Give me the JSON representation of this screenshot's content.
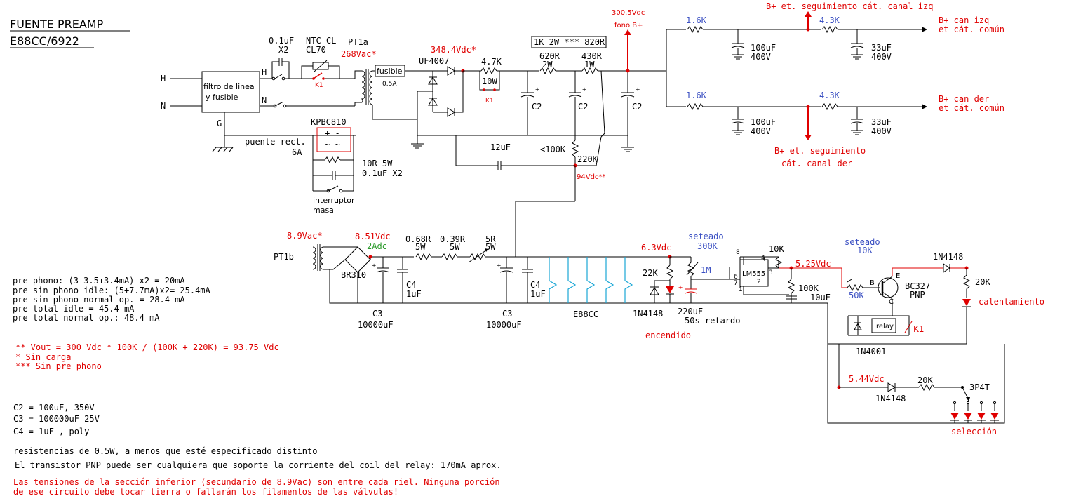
{
  "title": {
    "line1": "FUENTE PREAMP",
    "line2": "E88CC/6922"
  },
  "colors": {
    "wire": "#000000",
    "annotation_red": "#e00000",
    "setting_blue": "#3a4fc2",
    "heater_cyan": "#1aa7d6",
    "dc_green": "#2a9a2a"
  },
  "mains": {
    "h": "H",
    "n": "N",
    "g": "G",
    "filter_line1": "filtro de linea",
    "filter_line2": "y fusible",
    "cap_label": "0.1uF",
    "cap_count": "X2",
    "ntc_label": "NTC-CL",
    "ntc_model": "CL70",
    "relay_contact": "K1",
    "bridge_label": "KPBC810",
    "bridge_plus": "+ -",
    "bridge_ac": "~ ~",
    "puente": "puente rect.",
    "puente_a": "6A",
    "res_10r": "10R 5W",
    "cap_01": "0.1uF X2",
    "switch_line1": "interruptor",
    "switch_line2": "masa"
  },
  "hv": {
    "pt1a": "PT1a",
    "pt1a_vac": "268Vac*",
    "fuse": "fusible",
    "fuse_rating": "0.5A",
    "diode": "UF4007",
    "v_rect": "348.4Vdc*",
    "r1": "4.7K",
    "r1_w": "10W",
    "k1": "K1",
    "c_first": "C2",
    "box": "1K  2W  ***  820R",
    "r2": "620R",
    "r2_w": "2W",
    "c_second": "C2",
    "r3": "430R",
    "r3_w": "1W",
    "c_third": "C2",
    "fono_v": "300.5Vdc",
    "fono_lbl": "fono B+",
    "cap_12": "12uF",
    "r_100k": "<100K",
    "r_220k": "220K",
    "v94": "94Vdc**"
  },
  "outputs": {
    "r_a": "1.6K",
    "c_a_val": "100uF",
    "c_a_v": "400V",
    "r_b": "4.3K",
    "c_b_val": "33uF",
    "c_b_v": "400V",
    "track_izq": "B+ et. seguimiento cát. canal izq",
    "out_izq_1": "B+ can izq",
    "out_izq_2": "et cát. común",
    "r_c": "1.6K",
    "c_c_val": "100uF",
    "c_c_v": "400V",
    "r_d": "4.3K",
    "c_d_val": "33uF",
    "c_d_v": "400V",
    "track_der_1": "B+ et. seguimiento",
    "track_der_2": "cát. canal der",
    "out_der_1": "B+ can der",
    "out_der_2": "et cát. común"
  },
  "heater": {
    "pt1b": "PT1b",
    "vac": "8.9Vac*",
    "vdc": "8.51Vdc",
    "adc": "2Adc",
    "bridge": "BR310",
    "c3": "C3",
    "c3_val": "10000uF",
    "c4": "C4",
    "c4_val": "1uF",
    "r_068": "0.68R",
    "r_068_w": "5W",
    "r_039": "0.39R",
    "r_039_w": "5W",
    "r_5": "5R",
    "r_5_w": "5W",
    "c3b": "C3",
    "c3b_val": "10000uF",
    "c4b": "C4",
    "c4b_val": "1uF",
    "tubes": "E88CC"
  },
  "timer": {
    "v63": "6.3Vdc",
    "r22k": "22K",
    "d1": "1N4148",
    "set1_a": "seteado",
    "set1_b": "300K",
    "pot1": "1M",
    "cap220": "220uF",
    "retardo": "50s retardo",
    "encendido": "encendido",
    "ic": "LM555",
    "pin8": "8",
    "pin4": "4",
    "pin3": "3",
    "pin6": "6",
    "pin7": "7",
    "pin1": "1",
    "pin2": "2",
    "r10k": "10K",
    "r100k": "100K",
    "c10": "10uF",
    "v525": "5.25Vdc",
    "set2_a": "seteado",
    "set2_b": "10K",
    "pot2": "50K",
    "b": "B",
    "e": "E",
    "c": "C",
    "transistor": "BC327",
    "pnp": "PNP",
    "d2": "1N4148",
    "r20k": "20K",
    "calent": "calentamiento",
    "relay": "relay",
    "k1": "K1",
    "d3": "1N4001",
    "v544": "5.44Vdc",
    "d4": "1N4148",
    "r20k_b": "20K",
    "switch": "3P4T",
    "seleccion": "selección"
  },
  "notes": {
    "l1": "pre phono: (3+3.5+3.4mA) x2 = 20mA",
    "l2": "pre sin phono idle: (5+7.7mA)x2= 25.4mA",
    "l3": "pre sin phono normal op. = 28.4 mA",
    "l4": "pre total idle = 45.4 mA",
    "l5": "pre total normal op.: 48.4 mA",
    "r1": "** Vout = 300 Vdc * 100K / (100K + 220K) = 93.75 Vdc",
    "r2": "*  Sin carga",
    "r3": "*** Sin pre phono",
    "c1": "C2 = 100uF, 350V",
    "c2": "C3 = 100000uF 25V",
    "c3": "C4 =  1uF , poly",
    "p1": "resistencias de 0.5W, a menos que esté especificado distinto",
    "p2": "El transistor PNP puede ser cualquiera que soporte la corriente del coil del relay: 170mA aprox.",
    "w1": "Las tensiones de la sección inferior (secundario de 8.9Vac) son entre cada riel. Ninguna porción",
    "w2": "de ese circuito debe tocar tierra o fallarán los filamentos de las válvulas!"
  }
}
